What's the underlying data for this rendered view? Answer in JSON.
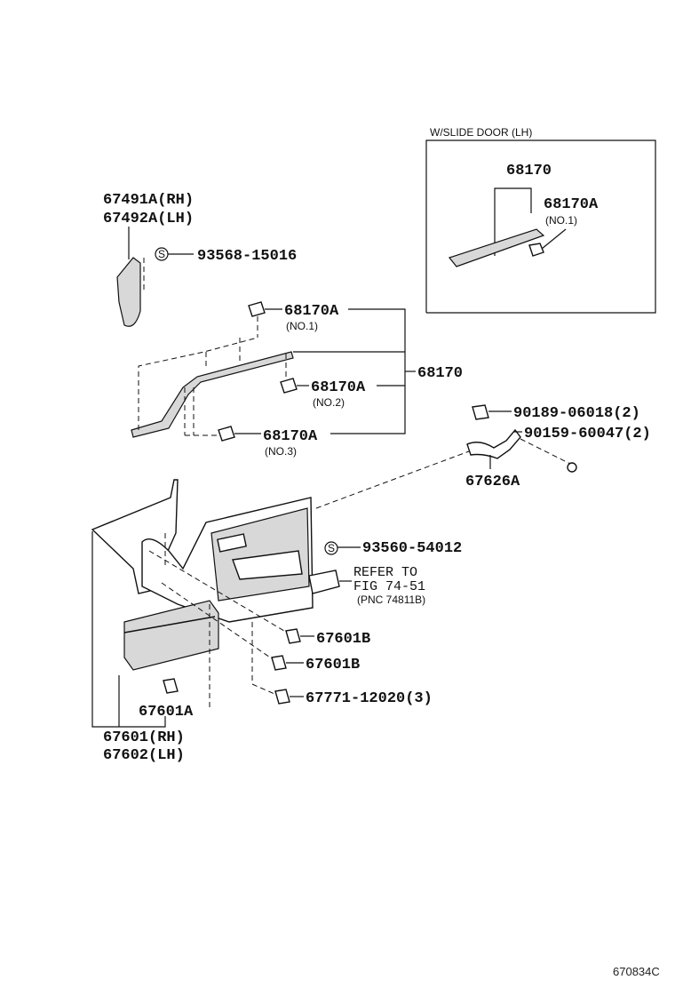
{
  "inset": {
    "title": "W/SLIDE DOOR (LH)",
    "part_main": "68170",
    "part_sub": "68170A",
    "part_sub_note": "(NO.1)"
  },
  "labels": {
    "p67491A": "67491A(RH)",
    "p67492A": "67492A(LH)",
    "p93568": "93568-15016",
    "p68170A_1": "68170A",
    "p68170A_1_note": "(NO.1)",
    "p68170": "68170",
    "p68170A_2": "68170A",
    "p68170A_2_note": "(NO.2)",
    "p68170A_3": "68170A",
    "p68170A_3_note": "(NO.3)",
    "p90189": "90189-06018(2)",
    "p90159": "90159-60047(2)",
    "p67626A": "67626A",
    "p93560": "93560-54012",
    "refer1": "REFER TO",
    "refer2": "FIG 74-51",
    "refer3": "(PNC 74811B)",
    "p67601B_1": "67601B",
    "p67601B_2": "67601B",
    "p67771": "67771-12020(3)",
    "p67601A": "67601A",
    "p67601": "67601(RH)",
    "p67602": "67602(LH)",
    "s_symbol": "S"
  },
  "footer": {
    "code": "670834C"
  }
}
